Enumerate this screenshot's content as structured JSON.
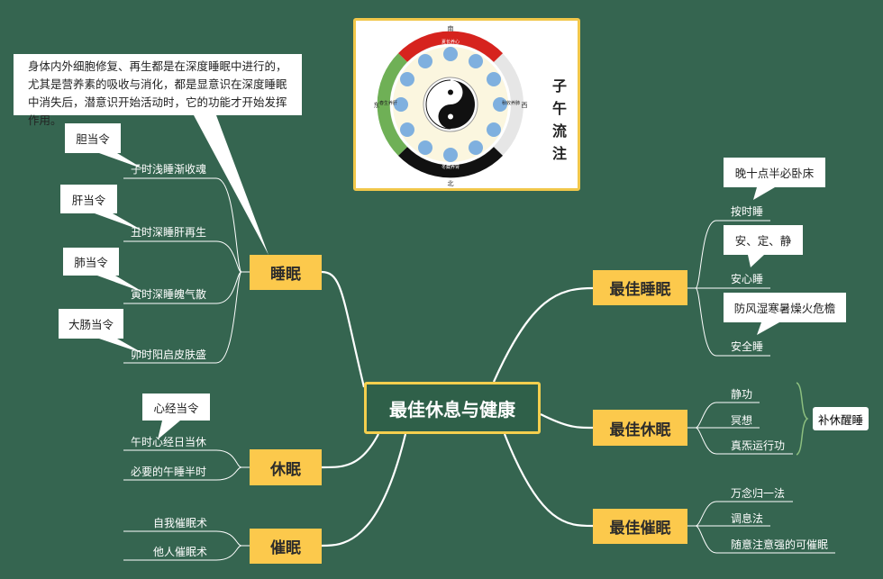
{
  "center": "最佳休息与健康",
  "image": {
    "title": "子午流注",
    "top": "夏长养心",
    "bottom": "冬藏养肾",
    "left": "春生养肝",
    "right": "秋收养肺",
    "dirs": [
      "南",
      "北",
      "东",
      "西"
    ]
  },
  "left": {
    "sleep": {
      "label": "睡眠",
      "note": "身体内外细胞修复、再生都是在深度睡眠中进行的，尤其是营养素的吸收与消化，都是显意识在深度睡眠中消失后，潜意识开始活动时，它的功能才开始发挥作用。",
      "items": [
        {
          "text": "子时浅睡渐收魂",
          "callout": "胆当令"
        },
        {
          "text": "丑时深睡肝再生",
          "callout": "肝当令"
        },
        {
          "text": "寅时深睡魄气散",
          "callout": "肺当令"
        },
        {
          "text": "卯时阳启皮肤盛",
          "callout": "大肠当令"
        }
      ]
    },
    "rest": {
      "label": "休眠",
      "items": [
        {
          "text": "午时心经日当休",
          "callout": "心经当令"
        },
        {
          "text": "必要的午睡半时"
        }
      ]
    },
    "hyp": {
      "label": "催眠",
      "items": [
        "自我催眠术",
        "他人催眠术"
      ]
    }
  },
  "right": {
    "sleep": {
      "label": "最佳睡眠",
      "items": [
        {
          "text": "按时睡",
          "callout": "晚十点半必卧床"
        },
        {
          "text": "安心睡",
          "callout": "安、定、静"
        },
        {
          "text": "安全睡",
          "callout": "防风湿寒暑燥火危檐"
        }
      ]
    },
    "rest": {
      "label": "最佳休眠",
      "items": [
        "静功",
        "冥想",
        "真炁运行功"
      ],
      "summary": "补休醒睡"
    },
    "hyp": {
      "label": "最佳催眠",
      "items": [
        "万念归一法",
        "调息法",
        "随意注意强的可催眠"
      ]
    }
  }
}
